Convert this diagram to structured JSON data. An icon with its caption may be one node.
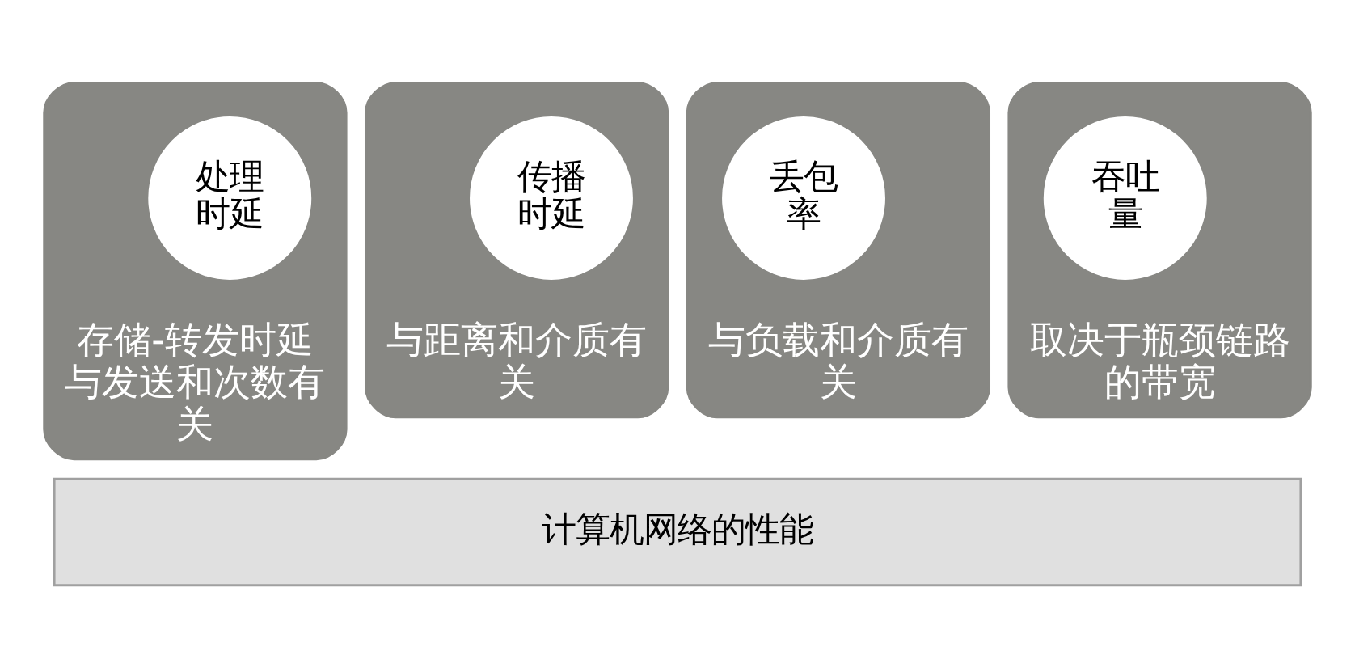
{
  "diagram": {
    "nodes": [
      {
        "text": [
          "存储-转发时延与发送和次数有关"
        ]
      },
      {
        "text": [
          "处理时延"
        ],
        "in": 0
      },
      {
        "text": [
          "与距离和介质有关"
        ]
      },
      {
        "text": [
          "传播时延"
        ],
        "in": 2
      },
      {
        "text": [
          "与负载和介质有关"
        ]
      },
      {
        "text": [
          "丢包率"
        ],
        "in": 4
      },
      {
        "text": [
          "取决于瓶颈链路的带宽"
        ]
      },
      {
        "text": [
          "吞吐量"
        ],
        "in": 6
      },
      {
        "text": [
          "计算机网络的性能"
        ]
      }
    ]
  }
}
